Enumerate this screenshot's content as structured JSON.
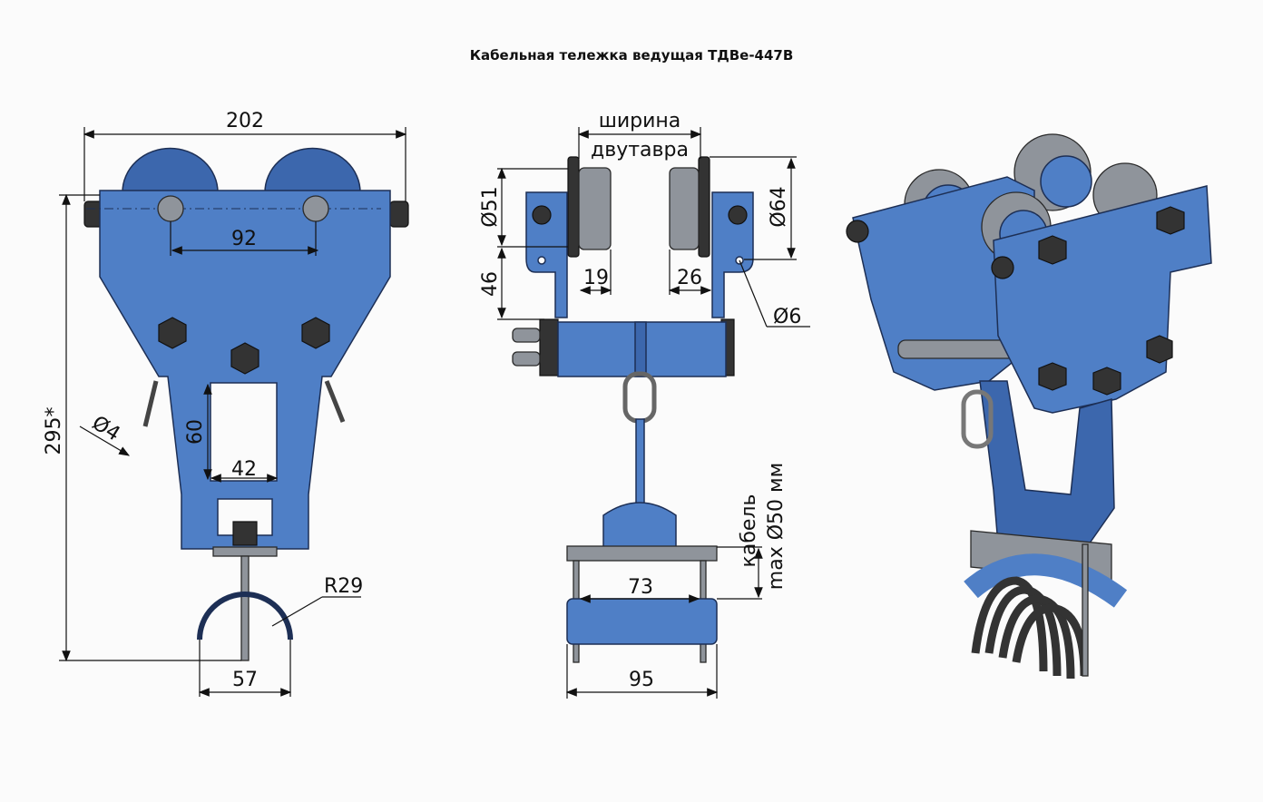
{
  "title": "Кабельная тележка ведущая ТДВе-447В",
  "front_view": {
    "width": "202",
    "axle_distance": "92",
    "height": "295*",
    "hole_diameter": "Ø4",
    "slot_height": "60",
    "slot_width": "42",
    "saddle_radius": "R29",
    "saddle_width": "57"
  },
  "side_view": {
    "beam_width_line1": "ширина",
    "beam_width_line2": "двутавра",
    "wheel_diameter_small": "Ø51",
    "wheel_diameter_large": "Ø64",
    "bracket_height": "46",
    "wheel_width_left": "19",
    "wheel_width_right": "26",
    "pin_hole": "Ø6",
    "clamp_inner": "73",
    "clamp_width": "95",
    "cable_line1": "кабель",
    "cable_line2": "max Ø50 мм"
  },
  "colors": {
    "body": "#4f7fc6",
    "steel": "#8f949b"
  }
}
